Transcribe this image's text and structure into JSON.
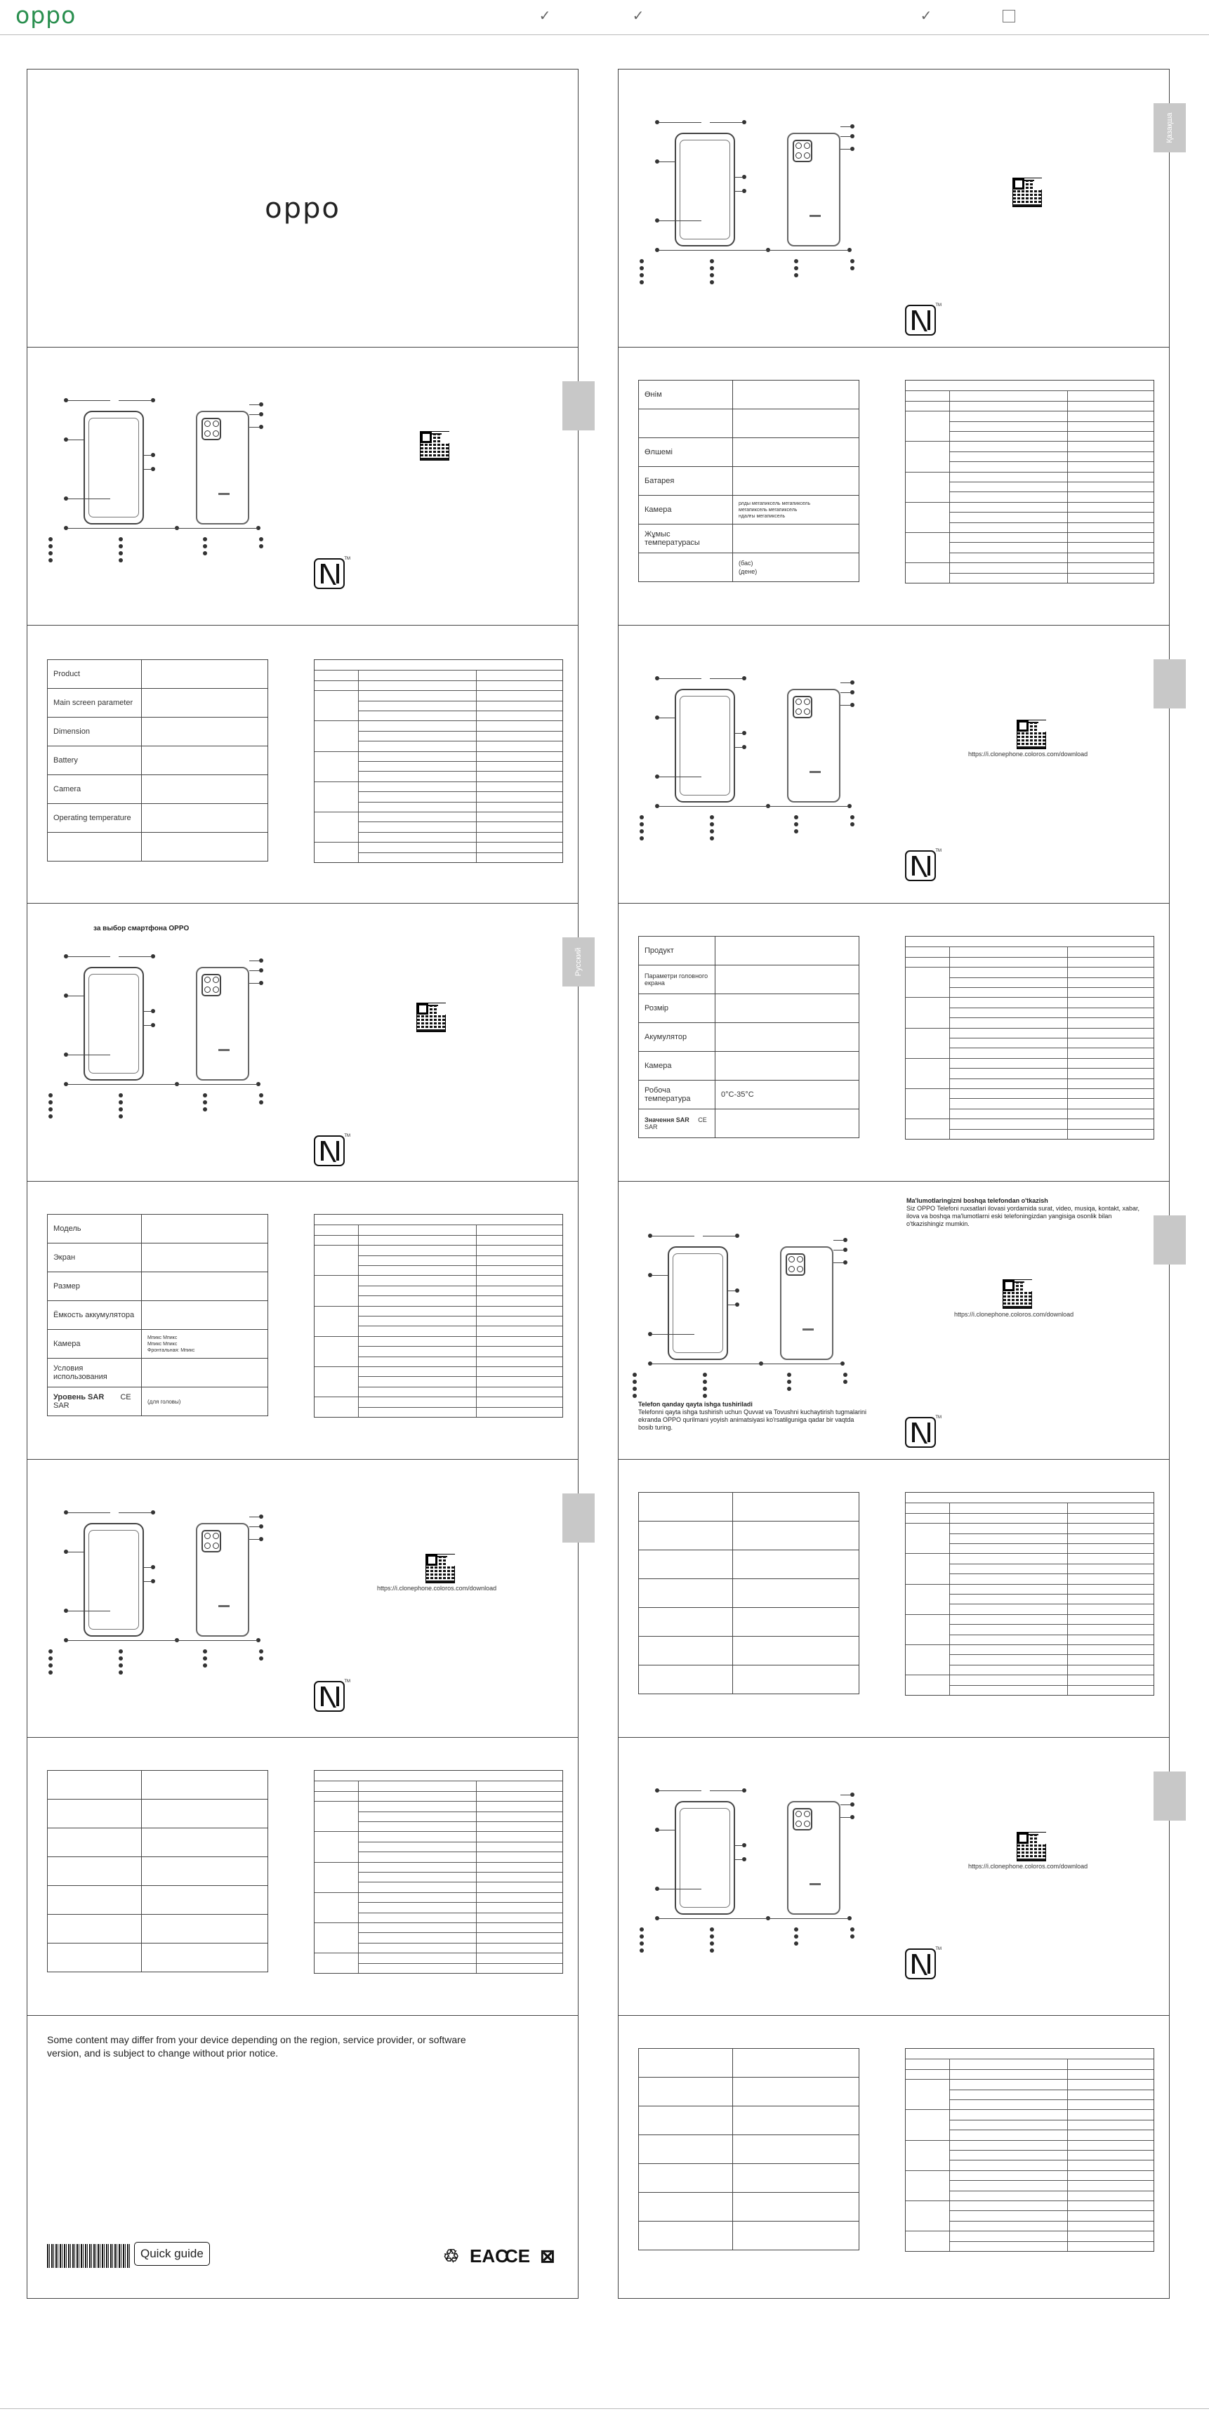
{
  "header": {
    "brand": "oppo",
    "checks": [
      "✓",
      "✓",
      "✓",
      ""
    ]
  },
  "cover": {
    "brand": "oppo"
  },
  "tabs": {
    "kazakh": "Қазақша",
    "russian": "Русский"
  },
  "urls": {
    "download": "https://i.clonephone.coloros.com/download"
  },
  "en_specs": {
    "rows": [
      "Product",
      "Main screen parameter",
      "Dimension",
      "Battery",
      "Camera",
      "Operating temperature",
      ""
    ]
  },
  "kk_specs": {
    "rows": [
      "Өнім",
      "",
      "Өлшемі",
      "Батарея",
      "Камера",
      "Жұмыс температурасы",
      ""
    ],
    "camera_cells": [
      "рлды",
      "мегапиксель",
      "мегапиксель",
      "мегапиксель",
      "мегапиксель",
      "ндалғы",
      "мегапиксель"
    ],
    "sar_cells": [
      "(бас)",
      "(дене)"
    ]
  },
  "uk_specs": {
    "rows": [
      "Продукт",
      "Параметри головного екрана",
      "Розмір",
      "Акумулятор",
      "Камера",
      "Робоча температура",
      "Значення SAR"
    ],
    "temp_value": "0°C-35°C",
    "sar_value": "CE SAR"
  },
  "ru_intro": {
    "title": "за выбор смартфона OPPO"
  },
  "ru_specs": {
    "rows": [
      "Модель",
      "Экран",
      "Размер",
      "Ёмкость аккумулятора",
      "Камера",
      "Условия использования",
      "Уровень SAR"
    ],
    "camera_cells": [
      "Мпикс",
      "Мпикс",
      "Мпикс",
      "Мпикс",
      "Фронтальная:",
      "Мпикс"
    ],
    "sar_value": "CE SAR",
    "sar_note": "(для головы)"
  },
  "uz_text": {
    "title1": "Ma'lumotlaringizni boshqa telefondan o'tkazish",
    "body1": "Siz OPPO Telefoni ruxsatlari ilovasi yordamida surat, video, musiqa, kontakt, xabar, ilova va boshqa ma'lumotlarni eski telefoningizdan yangisiga osonlik bilan o'tkazishingiz mumkin.",
    "title2": "Telefon qanday qayta ishga tushiriladi",
    "body2": "Telefonni qayta ishga tushirish uchun Quvvat va Tovushni kuchaytirish tugmalarini ekranda OPPO qurilmani yoyish animatsiyasi ko'rsatilguniga qadar bir vaqtda bosib turing."
  },
  "back_cover": {
    "disclaimer": "Some content may differ from your device depending on the region, service provider, or software version, and is subject to change without prior notice.",
    "quick_guide": "Quick guide",
    "certs": [
      "♲",
      "EAC",
      "CE",
      "⊠"
    ]
  }
}
